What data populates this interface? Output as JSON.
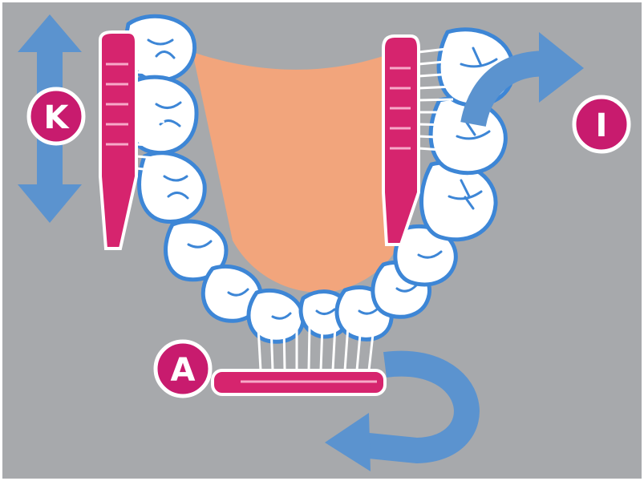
{
  "colors": {
    "background": "#a7a9ac",
    "palate": "#f2a57c",
    "gum_outline": "#ffffff",
    "tooth_fill": "#ffffff",
    "tooth_outline": "#4a90d9",
    "arrow": "#5b93cf",
    "brush_handle": "#d6246e",
    "badge": "#c81b6e",
    "bristles": "#ffffff"
  },
  "badges": {
    "chewing": "K",
    "inner": "I",
    "outer": "A"
  },
  "icons": {
    "vertical_arrow": "up-down-arrow-icon",
    "curved_arrow_right": "curved-arrow-icon",
    "rotation_arrow": "rotate-arrow-icon"
  }
}
